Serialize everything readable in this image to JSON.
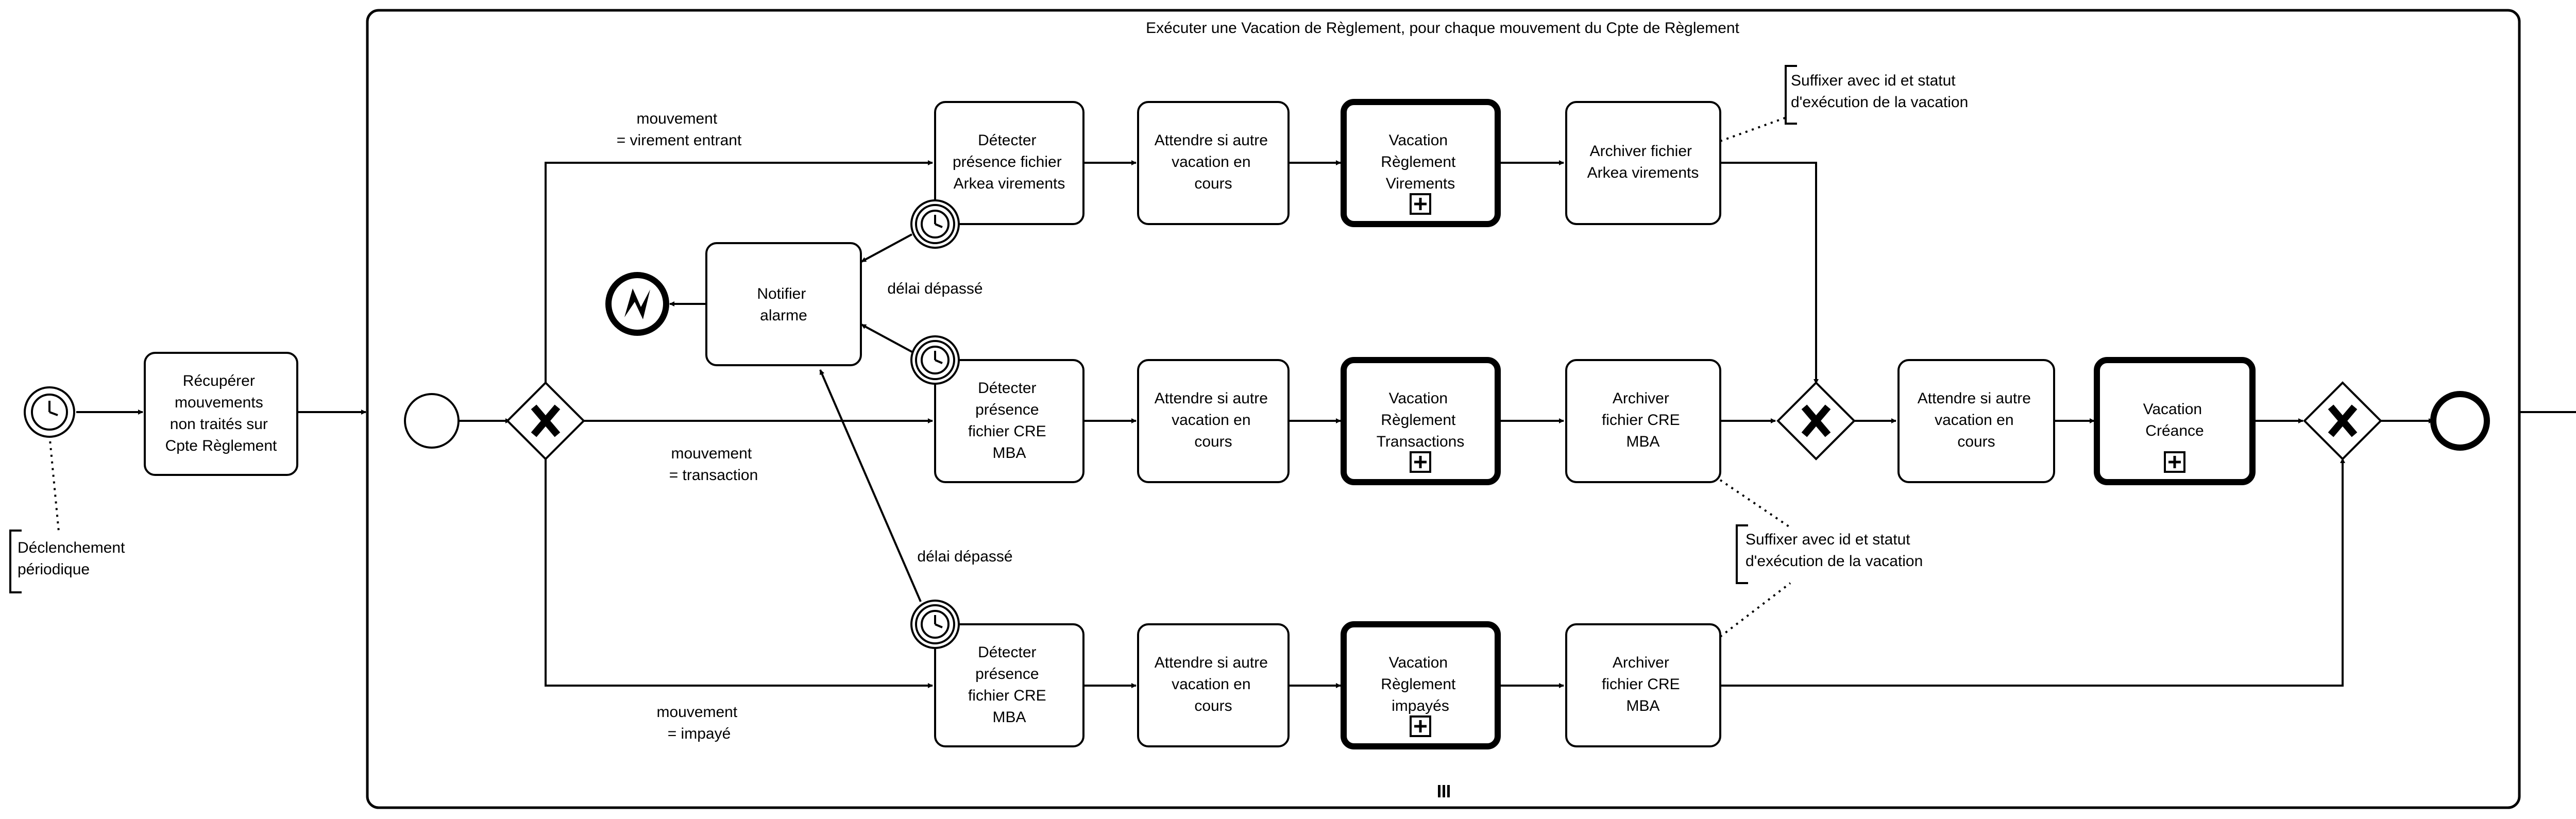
{
  "subprocess": {
    "label": "Exécuter une Vacation de Règlement, pour chaque mouvement du Cpte de Règlement"
  },
  "tasks": {
    "recuperer": [
      "Récupérer",
      "mouvements",
      "non traités sur",
      "Cpte Règlement"
    ],
    "notifier": [
      "Notifier",
      "alarme"
    ],
    "detecter_virements": [
      "Détecter",
      "présence fichier",
      "Arkea virements"
    ],
    "attendre_1": [
      "Attendre si autre",
      "vacation en",
      "cours"
    ],
    "vacation_virements": [
      "Vacation",
      "Règlement",
      "Virements"
    ],
    "archiver_virements": [
      "Archiver fichier",
      "Arkea virements"
    ],
    "detecter_transactions": [
      "Détecter",
      "présence",
      "fichier CRE",
      "MBA"
    ],
    "attendre_2": [
      "Attendre si autre",
      "vacation en",
      "cours"
    ],
    "vacation_transactions": [
      "Vacation",
      "Règlement",
      "Transactions"
    ],
    "archiver_transactions": [
      "Archiver",
      "fichier CRE",
      "MBA"
    ],
    "attendre_merge": [
      "Attendre si autre",
      "vacation en",
      "cours"
    ],
    "vacation_creance": [
      "Vacation",
      "Créance"
    ],
    "detecter_impayes": [
      "Détecter",
      "présence",
      "fichier CRE",
      "MBA"
    ],
    "attendre_3": [
      "Attendre si autre",
      "vacation en",
      "cours"
    ],
    "vacation_impayes": [
      "Vacation",
      "Règlement",
      "impayés"
    ],
    "archiver_impayes": [
      "Archiver",
      "fichier CRE",
      "MBA"
    ]
  },
  "flow_labels": {
    "virement": [
      "mouvement",
      "= virement entrant"
    ],
    "transaction": [
      "mouvement",
      "= transaction"
    ],
    "impaye": [
      "mouvement",
      "= impayé"
    ],
    "delai_1": "délai dépassé",
    "delai_2": "délai dépassé"
  },
  "annotations": {
    "declenchement": [
      "Déclenchement",
      "périodique"
    ],
    "suffixer_top": [
      "Suffixer avec id et statut",
      "d'exécution de la vacation"
    ],
    "suffixer_bottom": [
      "Suffixer avec id et statut",
      "d'exécution de la vacation"
    ]
  },
  "icons": {
    "start_timer": "timer-start-event-icon",
    "boundary_timer": "timer-boundary-event-icon",
    "error_end": "error-end-event-icon",
    "gateway": "exclusive-gateway-icon",
    "collapsed": "collapsed-subprocess-plus-icon",
    "multi_instance": "parallel-multi-instance-icon"
  },
  "colors": {
    "stroke": "#000000",
    "fill": "#ffffff"
  }
}
